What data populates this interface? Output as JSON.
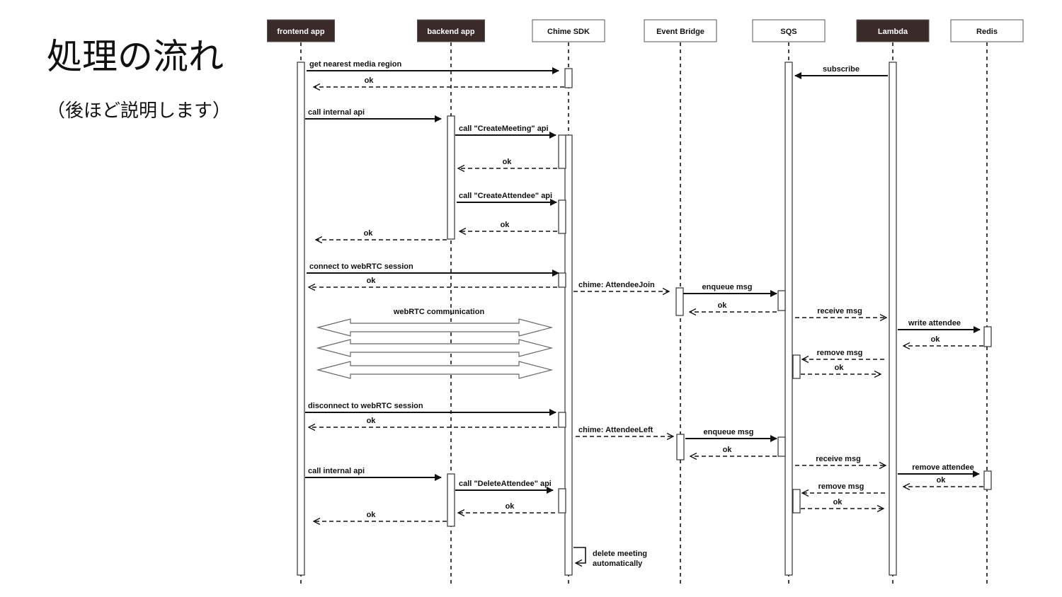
{
  "page": {
    "title": "処理の流れ",
    "subtitle": "（後ほど説明します）"
  },
  "participants": [
    {
      "id": "fe",
      "label": "frontend app",
      "dark": true
    },
    {
      "id": "be",
      "label": "backend app",
      "dark": true
    },
    {
      "id": "sdk",
      "label": "Chime SDK",
      "dark": false
    },
    {
      "id": "eb",
      "label": "Event Bridge",
      "dark": false
    },
    {
      "id": "sqs",
      "label": "SQS",
      "dark": false
    },
    {
      "id": "lam",
      "label": "Lambda",
      "dark": true
    },
    {
      "id": "rds",
      "label": "Redis",
      "dark": false
    }
  ],
  "messages": [
    {
      "text": "get nearest media region",
      "from": "fe",
      "to": "sdk",
      "style": "solid"
    },
    {
      "text": "ok",
      "from": "sdk",
      "to": "fe",
      "style": "dashed"
    },
    {
      "text": "subscribe",
      "from": "lam",
      "to": "sqs",
      "style": "solid"
    },
    {
      "text": "call internal api",
      "from": "fe",
      "to": "be",
      "style": "solid"
    },
    {
      "text": "call \"CreateMeeting\" api",
      "from": "be",
      "to": "sdk",
      "style": "solid"
    },
    {
      "text": "ok",
      "from": "sdk",
      "to": "be",
      "style": "dashed"
    },
    {
      "text": "call \"CreateAttendee\" api",
      "from": "be",
      "to": "sdk",
      "style": "solid"
    },
    {
      "text": "ok",
      "from": "sdk",
      "to": "be",
      "style": "dashed"
    },
    {
      "text": "ok",
      "from": "be",
      "to": "fe",
      "style": "dashed"
    },
    {
      "text": "connect to webRTC session",
      "from": "fe",
      "to": "sdk",
      "style": "solid"
    },
    {
      "text": "ok",
      "from": "sdk",
      "to": "fe",
      "style": "dashed"
    },
    {
      "text": "chime: AttendeeJoin",
      "from": "sdk",
      "to": "eb",
      "style": "dashed"
    },
    {
      "text": "enqueue msg",
      "from": "eb",
      "to": "sqs",
      "style": "solid"
    },
    {
      "text": "ok",
      "from": "sqs",
      "to": "eb",
      "style": "dashed"
    },
    {
      "text": "receive msg",
      "from": "sqs",
      "to": "lam",
      "style": "dashed"
    },
    {
      "text": "write attendee",
      "from": "lam",
      "to": "rds",
      "style": "solid"
    },
    {
      "text": "ok",
      "from": "rds",
      "to": "lam",
      "style": "dashed"
    },
    {
      "text": "remove msg",
      "from": "lam",
      "to": "sqs",
      "style": "dashed"
    },
    {
      "text": "ok",
      "from": "sqs",
      "to": "lam",
      "style": "dashed"
    },
    {
      "text": "disconnect to webRTC session",
      "from": "fe",
      "to": "sdk",
      "style": "solid"
    },
    {
      "text": "ok",
      "from": "sdk",
      "to": "fe",
      "style": "dashed"
    },
    {
      "text": "chime: AttendeeLeft",
      "from": "sdk",
      "to": "eb",
      "style": "dashed"
    },
    {
      "text": "enqueue msg",
      "from": "eb",
      "to": "sqs",
      "style": "solid"
    },
    {
      "text": "ok",
      "from": "sqs",
      "to": "eb",
      "style": "dashed"
    },
    {
      "text": "receive msg",
      "from": "sqs",
      "to": "lam",
      "style": "dashed"
    },
    {
      "text": "remove attendee",
      "from": "lam",
      "to": "rds",
      "style": "solid"
    },
    {
      "text": "ok",
      "from": "rds",
      "to": "lam",
      "style": "dashed"
    },
    {
      "text": "remove msg",
      "from": "lam",
      "to": "sqs",
      "style": "dashed"
    },
    {
      "text": "ok",
      "from": "sqs",
      "to": "lam",
      "style": "dashed"
    },
    {
      "text": "call internal api",
      "from": "fe",
      "to": "be",
      "style": "solid"
    },
    {
      "text": "call \"DeleteAttendee\" api",
      "from": "be",
      "to": "sdk",
      "style": "solid"
    },
    {
      "text": "ok",
      "from": "sdk",
      "to": "be",
      "style": "dashed"
    },
    {
      "text": "ok",
      "from": "be",
      "to": "fe",
      "style": "dashed"
    }
  ],
  "webrtc_label": "webRTC communication",
  "self_message": {
    "line1": "delete meeting",
    "line2": "automatically"
  },
  "colors": {
    "dark_header": "#3b2a2a",
    "light_header": "#ffffff",
    "line": "#111111"
  }
}
